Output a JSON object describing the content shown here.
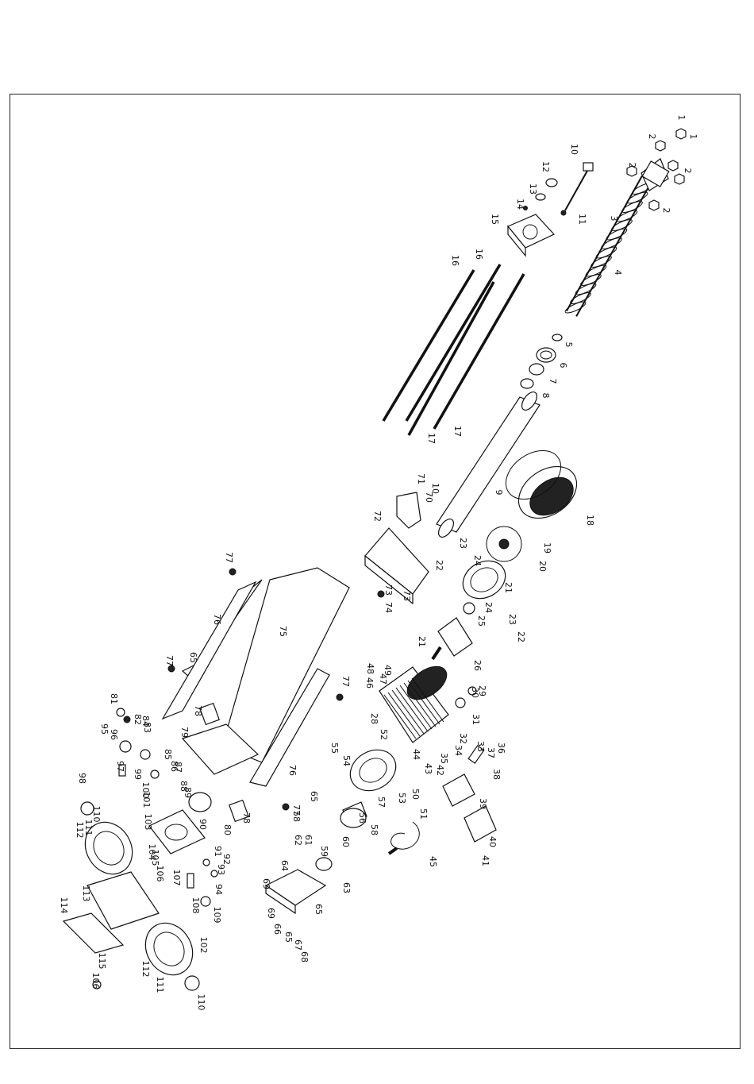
{
  "diagram": {
    "type": "exploded-parts-view",
    "callouts": [
      {
        "label": "1"
      },
      {
        "label": "1"
      },
      {
        "label": "2"
      },
      {
        "label": "2"
      },
      {
        "label": "2"
      },
      {
        "label": "2"
      },
      {
        "label": "3"
      },
      {
        "label": "4"
      },
      {
        "label": "5"
      },
      {
        "label": "6"
      },
      {
        "label": "7"
      },
      {
        "label": "8"
      },
      {
        "label": "9"
      },
      {
        "label": "10"
      },
      {
        "label": "10"
      },
      {
        "label": "11"
      },
      {
        "label": "12"
      },
      {
        "label": "13"
      },
      {
        "label": "14"
      },
      {
        "label": "15"
      },
      {
        "label": "16"
      },
      {
        "label": "16"
      },
      {
        "label": "17"
      },
      {
        "label": "17"
      },
      {
        "label": "18"
      },
      {
        "label": "19"
      },
      {
        "label": "20"
      },
      {
        "label": "21"
      },
      {
        "label": "21"
      },
      {
        "label": "22"
      },
      {
        "label": "22"
      },
      {
        "label": "23"
      },
      {
        "label": "23"
      },
      {
        "label": "24"
      },
      {
        "label": "24"
      },
      {
        "label": "25"
      },
      {
        "label": "26"
      },
      {
        "label": "28"
      },
      {
        "label": "29"
      },
      {
        "label": "30"
      },
      {
        "label": "31"
      },
      {
        "label": "32"
      },
      {
        "label": "33"
      },
      {
        "label": "34"
      },
      {
        "label": "35"
      },
      {
        "label": "36"
      },
      {
        "label": "37"
      },
      {
        "label": "38"
      },
      {
        "label": "39"
      },
      {
        "label": "40"
      },
      {
        "label": "41"
      },
      {
        "label": "42"
      },
      {
        "label": "43"
      },
      {
        "label": "44"
      },
      {
        "label": "45"
      },
      {
        "label": "46"
      },
      {
        "label": "47"
      },
      {
        "label": "48"
      },
      {
        "label": "49"
      },
      {
        "label": "50"
      },
      {
        "label": "51"
      },
      {
        "label": "52"
      },
      {
        "label": "53"
      },
      {
        "label": "54"
      },
      {
        "label": "55"
      },
      {
        "label": "56"
      },
      {
        "label": "57"
      },
      {
        "label": "58"
      },
      {
        "label": "58"
      },
      {
        "label": "59"
      },
      {
        "label": "60"
      },
      {
        "label": "61"
      },
      {
        "label": "62"
      },
      {
        "label": "63"
      },
      {
        "label": "64"
      },
      {
        "label": "65"
      },
      {
        "label": "65"
      },
      {
        "label": "65"
      },
      {
        "label": "65"
      },
      {
        "label": "66"
      },
      {
        "label": "67"
      },
      {
        "label": "68"
      },
      {
        "label": "69"
      },
      {
        "label": "69"
      },
      {
        "label": "70"
      },
      {
        "label": "71"
      },
      {
        "label": "72"
      },
      {
        "label": "73"
      },
      {
        "label": "73"
      },
      {
        "label": "74"
      },
      {
        "label": "75"
      },
      {
        "label": "76"
      },
      {
        "label": "76"
      },
      {
        "label": "77"
      },
      {
        "label": "77"
      },
      {
        "label": "77"
      },
      {
        "label": "77"
      },
      {
        "label": "78"
      },
      {
        "label": "78"
      },
      {
        "label": "79"
      },
      {
        "label": "80"
      },
      {
        "label": "81"
      },
      {
        "label": "82"
      },
      {
        "label": "83"
      },
      {
        "label": "84"
      },
      {
        "label": "85"
      },
      {
        "label": "86"
      },
      {
        "label": "87"
      },
      {
        "label": "88"
      },
      {
        "label": "89"
      },
      {
        "label": "90"
      },
      {
        "label": "91"
      },
      {
        "label": "92"
      },
      {
        "label": "93"
      },
      {
        "label": "94"
      },
      {
        "label": "95"
      },
      {
        "label": "96"
      },
      {
        "label": "97"
      },
      {
        "label": "98"
      },
      {
        "label": "99"
      },
      {
        "label": "100"
      },
      {
        "label": "101"
      },
      {
        "label": "102"
      },
      {
        "label": "103"
      },
      {
        "label": "104"
      },
      {
        "label": "105"
      },
      {
        "label": "106"
      },
      {
        "label": "106"
      },
      {
        "label": "107"
      },
      {
        "label": "108"
      },
      {
        "label": "109"
      },
      {
        "label": "110"
      },
      {
        "label": "110"
      },
      {
        "label": "111"
      },
      {
        "label": "111"
      },
      {
        "label": "112"
      },
      {
        "label": "112"
      },
      {
        "label": "113"
      },
      {
        "label": "114"
      },
      {
        "label": "115"
      }
    ]
  }
}
